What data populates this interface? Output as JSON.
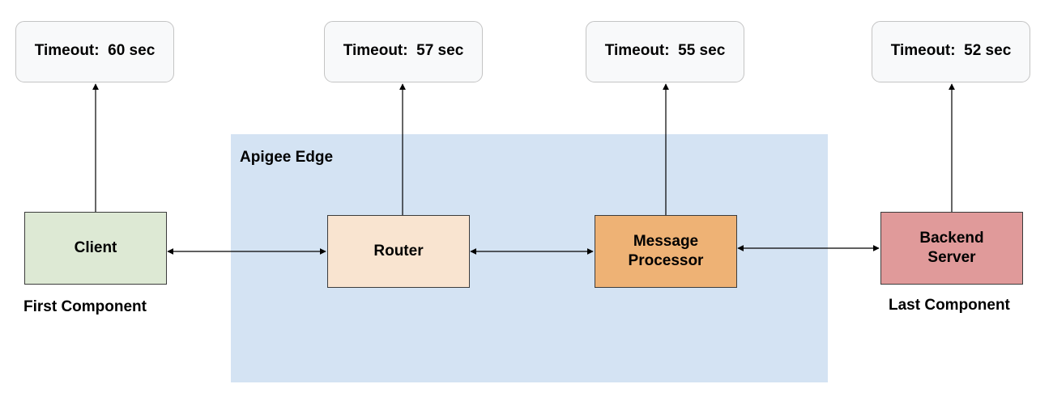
{
  "region": {
    "label": "Apigee Edge",
    "fill_color": "#d4e3f3"
  },
  "timeouts": [
    {
      "label": "Timeout:  60 sec"
    },
    {
      "label": "Timeout:  57 sec"
    },
    {
      "label": "Timeout:  55 sec"
    },
    {
      "label": "Timeout:  52 sec"
    }
  ],
  "nodes": {
    "client": {
      "label": "Client",
      "fill_color": "#dde9d4"
    },
    "router": {
      "label": "Router",
      "fill_color": "#f9e4d0"
    },
    "message_processor": {
      "label": "Message\nProcessor",
      "fill_color": "#eeb275"
    },
    "backend": {
      "label": "Backend\nServer",
      "fill_color": "#e09a9a"
    }
  },
  "captions": {
    "first": "First Component",
    "last": "Last Component"
  },
  "edges": [
    {
      "from": "client",
      "to": "router",
      "direction": "both"
    },
    {
      "from": "router",
      "to": "message_processor",
      "direction": "both"
    },
    {
      "from": "message_processor",
      "to": "backend",
      "direction": "both"
    },
    {
      "from": "client",
      "to": "timeout-0",
      "direction": "forward"
    },
    {
      "from": "router",
      "to": "timeout-1",
      "direction": "forward"
    },
    {
      "from": "message_processor",
      "to": "timeout-2",
      "direction": "forward"
    },
    {
      "from": "backend",
      "to": "timeout-3",
      "direction": "forward"
    }
  ]
}
